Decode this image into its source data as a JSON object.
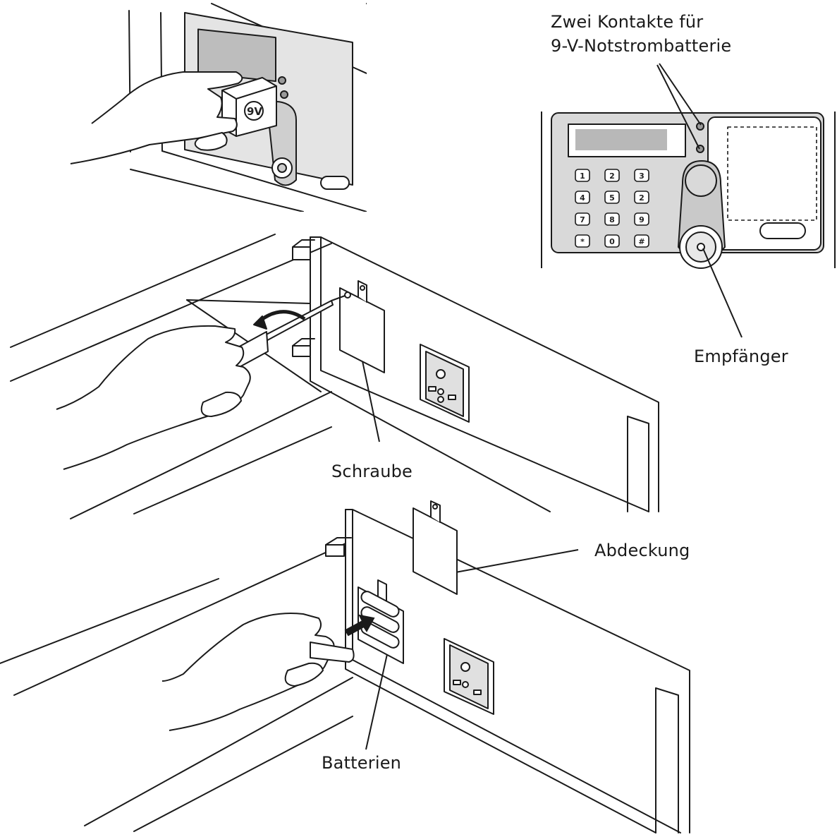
{
  "labels": {
    "contacts_line1": "Zwei Kontakte für",
    "contacts_line2": "9-V-Notstrombatterie",
    "receiver": "Empfänger",
    "screw": "Schraube",
    "cover": "Abdeckung",
    "batteries": "Batterien"
  },
  "battery_label": "9V",
  "keypad": {
    "keys": [
      "1",
      "2",
      "3",
      "4",
      "5",
      "2",
      "7",
      "8",
      "9",
      "*",
      "0",
      "#"
    ]
  },
  "colors": {
    "line": "#1a1a1a",
    "panel_fill": "#d9d9d9",
    "display_fill": "#b8b8b8"
  }
}
